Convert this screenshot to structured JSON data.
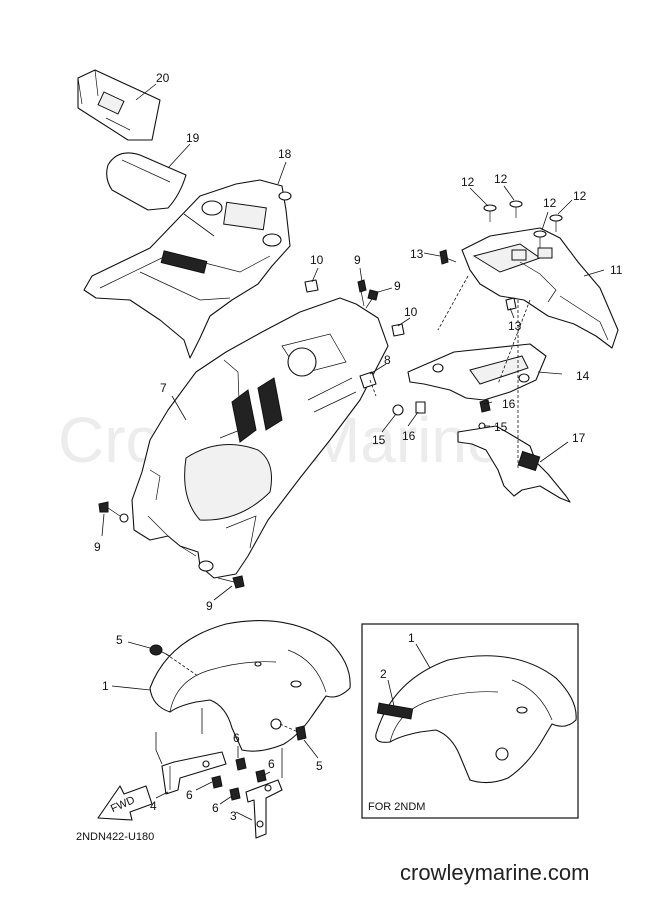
{
  "watermark": "Crowley Marine",
  "website": "crowleymarine.com",
  "diagram_code": "2NDN422-U180",
  "inset_caption": "FOR 2NDM",
  "fwd_label": "FWD",
  "callouts": {
    "c20": "20",
    "c19": "19",
    "c18": "18",
    "c12a": "12",
    "c12b": "12",
    "c12c": "12",
    "c12d": "12",
    "c13a": "13",
    "c13b": "13",
    "c11": "11",
    "c10a": "10",
    "c10b": "10",
    "c9a": "9",
    "c9b": "9",
    "c9c": "9",
    "c9d": "9",
    "c8": "8",
    "c7": "7",
    "c14": "14",
    "c16a": "16",
    "c16b": "16",
    "c15a": "15",
    "c15b": "15",
    "c17": "17",
    "c5a": "5",
    "c5b": "5",
    "c1a": "1",
    "c1b": "1",
    "c6a": "6",
    "c6b": "6",
    "c6c": "6",
    "c6d": "6",
    "c4": "4",
    "c3": "3",
    "c2": "2"
  }
}
